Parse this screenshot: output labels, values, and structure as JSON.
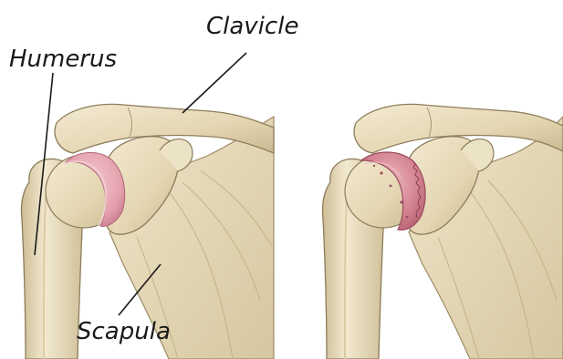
{
  "labels": {
    "clavicle": "Clavicle",
    "humerus": "Humerus",
    "scapula": "Scapula"
  },
  "colors": {
    "bone_fill": "#ebe0c3",
    "bone_shadow": "#c9b990",
    "bone_outline": "#8d7d5a",
    "cartilage_healthy": "#e7a3ae",
    "cartilage_damaged": "#cf7a87",
    "leader_line": "#1a1a1a"
  },
  "panels": [
    "healthy-shoulder-joint",
    "arthritic-shoulder-joint"
  ]
}
